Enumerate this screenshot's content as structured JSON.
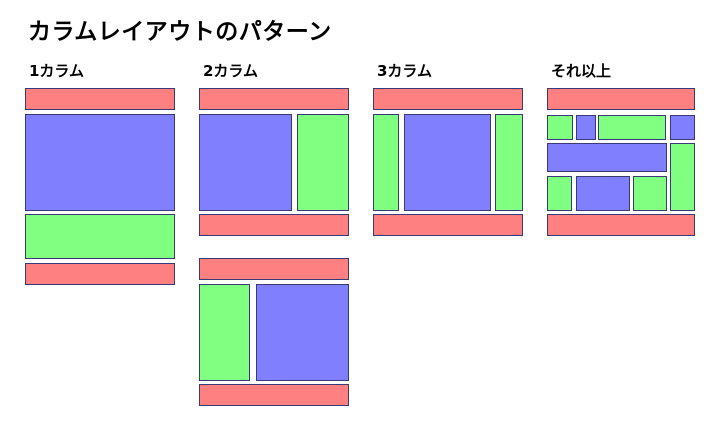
{
  "title": "カラムレイアウトのパターン",
  "columns": [
    {
      "label": "1カラム"
    },
    {
      "label": "2カラム"
    },
    {
      "label": "3カラム"
    },
    {
      "label": "それ以上"
    }
  ],
  "colors": {
    "header_footer": "#ff8080",
    "main": "#8080ff",
    "side": "#80ff80",
    "border": "#3a3a7a"
  }
}
